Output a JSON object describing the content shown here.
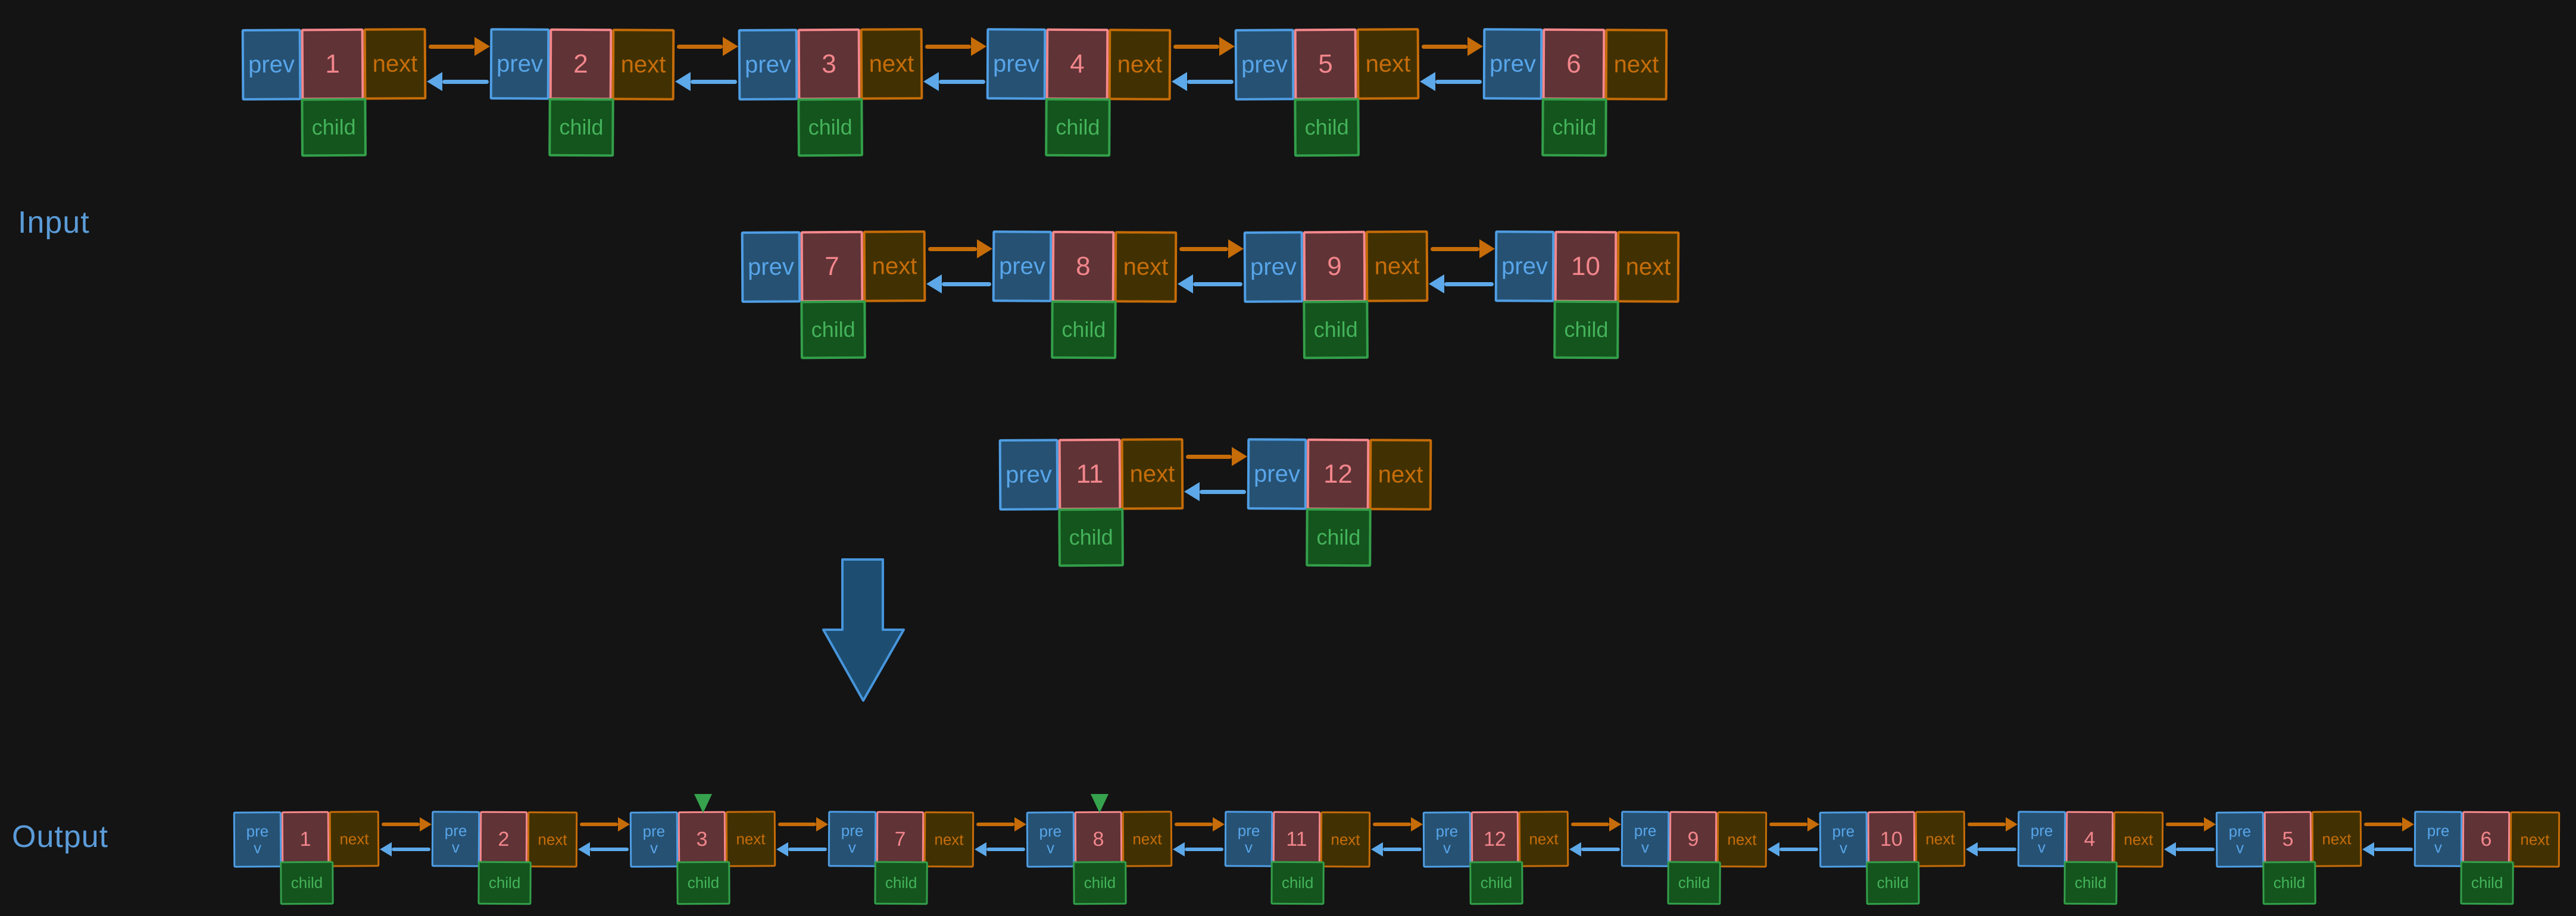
{
  "title_labels": {
    "input": "Input",
    "output": "Output"
  },
  "node_labels": {
    "prev": "prev",
    "next": "next",
    "child": "child"
  },
  "input_levels": [
    {
      "values": [
        "1",
        "2",
        "3",
        "4",
        "5",
        "6"
      ]
    },
    {
      "values": [
        "7",
        "8",
        "9",
        "10"
      ]
    },
    {
      "values": [
        "11",
        "12"
      ]
    }
  ],
  "child_links": [
    {
      "from_value": "3",
      "to_value": "7"
    },
    {
      "from_value": "8",
      "to_value": "11"
    }
  ],
  "output_values": [
    "1",
    "2",
    "3",
    "7",
    "8",
    "11",
    "12",
    "9",
    "10",
    "4",
    "5",
    "6"
  ],
  "colors": {
    "background": "#141414",
    "prev_fill": "#265173",
    "prev_border": "#4f9ee4",
    "prev_text": "#58a5e9",
    "value_fill": "#603336",
    "value_border": "#f5888c",
    "value_text": "#f2868c",
    "next_fill": "#413102",
    "next_border": "#c66c08",
    "next_text": "#c66d0a",
    "child_fill": "#14541d",
    "child_border": "#33a04a",
    "child_text": "#44b35a",
    "arrow_orange": "#c66c08",
    "arrow_blue": "#5da8e8",
    "arrow_green": "#36a24d",
    "label_text": "#5b9cd9",
    "big_arrow_fill": "#1d4e71",
    "big_arrow_border": "#4795dc"
  }
}
